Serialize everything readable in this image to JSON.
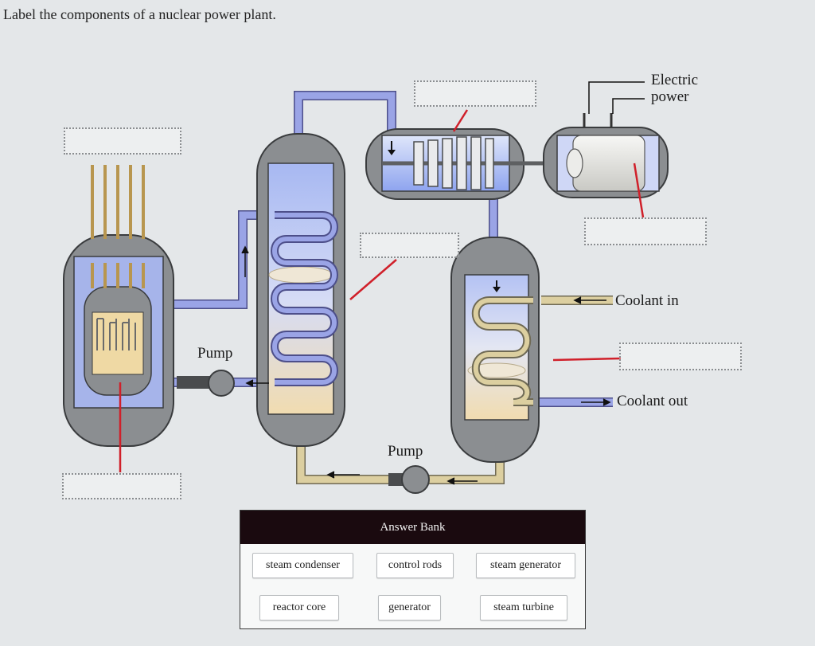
{
  "title": "Label the components of a nuclear power plant.",
  "labels": {
    "electric_power_line1": "Electric",
    "electric_power_line2": "power",
    "coolant_in": "Coolant in",
    "coolant_out": "Coolant out",
    "pump_left": "Pump",
    "pump_bottom": "Pump"
  },
  "answer_bank": {
    "header": "Answer Bank",
    "items": [
      "steam condenser",
      "control rods",
      "steam generator",
      "reactor core",
      "generator",
      "steam turbine"
    ]
  },
  "colors": {
    "vessel_gray": "#8b8e91",
    "water_blue": "#a8b6ee",
    "steam_tan": "#f1ddb2",
    "pipe_blue": "#9aa4e6",
    "pipe_tan": "#dccfa0",
    "leader_red": "#d0202a",
    "answer_header": "#1a0a0f"
  }
}
